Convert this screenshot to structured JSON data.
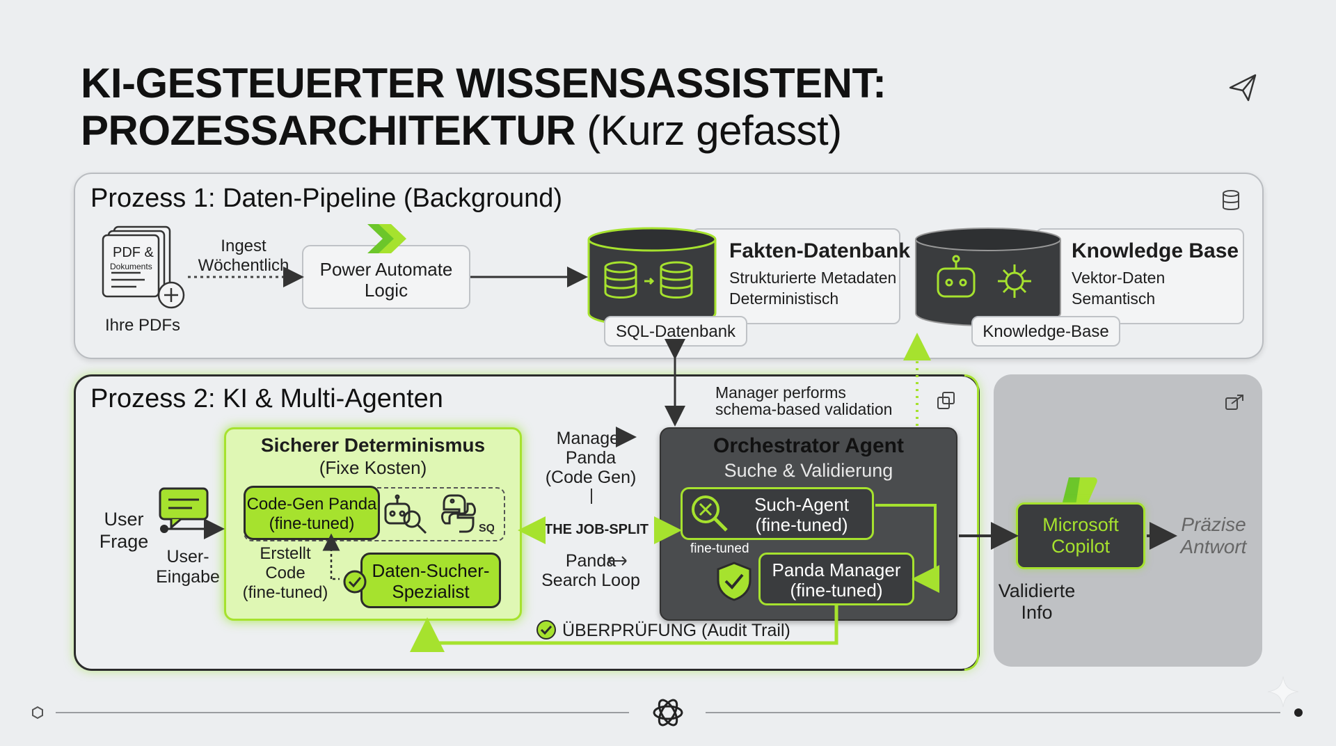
{
  "title": {
    "line1": "KI-GESTEUERTER WISSENSASSISTENT:",
    "line2_bold": "PROZESSARCHITEKTUR",
    "line2_light": "(Kurz gefasst)"
  },
  "process1": {
    "title": "Prozess 1: Daten-Pipeline (Background)",
    "pdf_icon_line1": "PDF &",
    "pdf_icon_line2": "Dokuments",
    "pdfs_label": "Ihre PDFs",
    "ingest_line1": "Ingest",
    "ingest_line2": "Wöchentlich",
    "power_automate_line1": "Power Automate",
    "power_automate_line2": "Logic",
    "facts_db_title": "Fakten-Datenbank",
    "facts_db_line1": "Strukturierte Metadaten",
    "facts_db_line2": "Deterministisch",
    "sql_label": "SQL-Datenbank",
    "kb_title": "Knowledge Base",
    "kb_line1": "Vektor-Daten",
    "kb_line2": "Semantisch",
    "kb_label": "Knowledge-Base"
  },
  "process2": {
    "title": "Prozess 2: KI & Multi-Agenten",
    "validation_line1": "Manager performs",
    "validation_line2": "schema-based validation",
    "user_frage_line1": "User",
    "user_frage_line2": "Frage",
    "user_eingabe_line1": "User-",
    "user_eingabe_line2": "Eingabe",
    "det_title": "Sicherer Determinismus",
    "det_sub": "(Fixe Kosten)",
    "codegen_line1": "Code-Gen Panda",
    "codegen_line2": "(fine-tuned)",
    "sql_badge": "SQL",
    "erstellt_line1": "Erstellt",
    "erstellt_line2": "Code",
    "erstellt_line3": "(fine-tuned)",
    "datensucher_line1": "Daten-Sucher-",
    "datensucher_line2": "Spezialist",
    "manager_line1": "Manager",
    "manager_line2": "Panda",
    "manager_line3": "(Code Gen)",
    "job_split": "THE JOB-SPLIT",
    "loop_line1": "Panda",
    "loop_line2": "Search Loop",
    "orch_title": "Orchestrator Agent",
    "orch_sub": "Suche & Validierung",
    "such_line1": "Such-Agent",
    "such_line2": "(fine-tuned)",
    "fine_tuned": "fine-tuned",
    "pm_line1": "Panda Manager",
    "pm_line2": "(fine-tuned)",
    "audit": "ÜBERPRÜFUNG (Audit Trail)"
  },
  "output": {
    "copilot_line1": "Microsoft",
    "copilot_line2": "Copilot",
    "answer_line1": "Präzise",
    "answer_line2": "Antwort",
    "valid_line1": "Validierte",
    "valid_line2": "Info"
  },
  "colors": {
    "accent": "#a6e22e",
    "dark": "#3a3c3e",
    "panel": "#edeff1"
  }
}
